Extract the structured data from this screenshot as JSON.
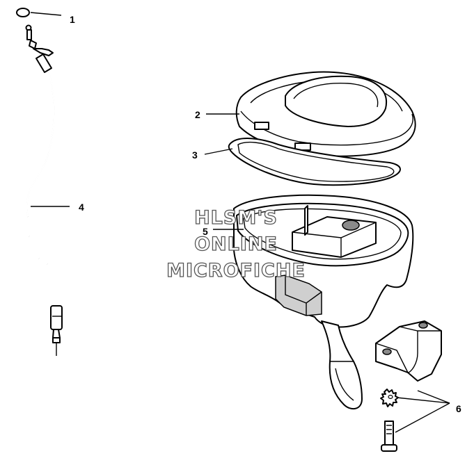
{
  "callouts": [
    {
      "id": "1",
      "label": "1"
    },
    {
      "id": "2",
      "label": "2"
    },
    {
      "id": "3",
      "label": "3"
    },
    {
      "id": "4",
      "label": "4"
    },
    {
      "id": "5",
      "label": "5"
    },
    {
      "id": "6",
      "label": "6"
    }
  ],
  "watermark": {
    "line1": "HLSM'S",
    "line2": "ONLINE",
    "line3": "MICROFICHE"
  },
  "parts": [
    {
      "callout": "1",
      "icon": "o-ring-icon"
    },
    {
      "callout": "2",
      "icon": "housing-cover-icon"
    },
    {
      "callout": "3",
      "icon": "gasket-icon"
    },
    {
      "callout": "4",
      "icon": "cable-icon"
    },
    {
      "callout": "5",
      "icon": "throttle-housing-icon"
    },
    {
      "callout": "6",
      "icon": "clamp-bolt-washer-icon"
    }
  ]
}
